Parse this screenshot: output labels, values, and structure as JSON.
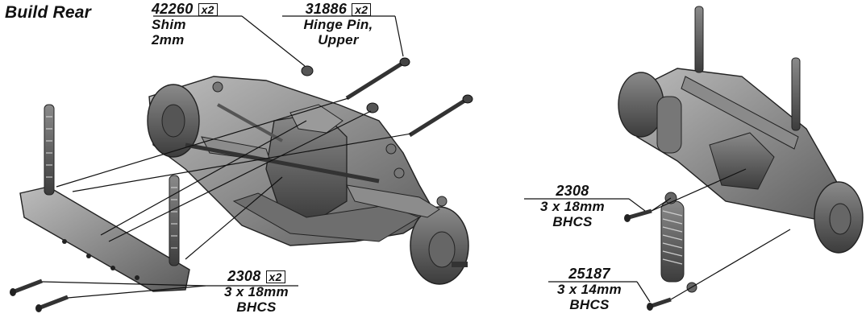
{
  "title": "Build Rear",
  "colors": {
    "ink": "#111111",
    "part_dark": "#4b4b4b",
    "part_mid": "#7a7a7a",
    "part_light": "#b5b5b5"
  },
  "callouts": {
    "shim": {
      "part_number": "42260",
      "qty": "x2",
      "line1": "Shim",
      "line2": "2mm"
    },
    "hinge_pin": {
      "part_number": "31886",
      "qty": "x2",
      "line1": "Hinge Pin,",
      "line2": "Upper"
    },
    "screw_left": {
      "part_number": "2308",
      "qty": "x2",
      "line1": "3 x 18mm",
      "line2": "BHCS"
    },
    "screw_right_upper": {
      "part_number": "2308",
      "line1": "3 x 18mm",
      "line2": "BHCS"
    },
    "screw_right_lower": {
      "part_number": "25187",
      "line1": "3 x 14mm",
      "line2": "BHCS"
    }
  }
}
